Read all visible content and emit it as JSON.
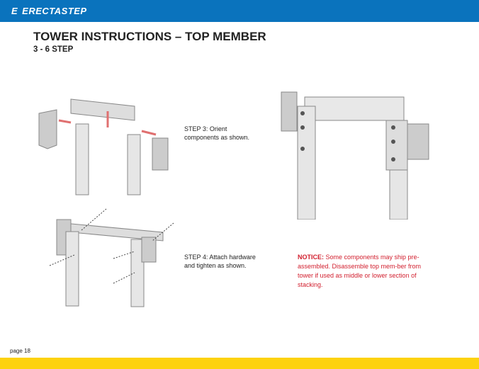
{
  "header": {
    "logo_text": "ERECTASTEP",
    "logo_mark": "E",
    "brand_color": "#0a73bd"
  },
  "title": "TOWER INSTRUCTIONS – TOP MEMBER",
  "subtitle": "3 - 6 STEP",
  "steps": [
    {
      "line1": "STEP 3: Orient",
      "line2": "components as shown."
    },
    {
      "line1": "STEP 4: Attach hardware",
      "line2": "and tighten as shown."
    }
  ],
  "notice": {
    "label": "NOTICE:",
    "text": " Some components may ship pre-assembled. Disassemble top mem-ber from tower if used as middle or lower section of stacking.",
    "color": "#d2202f"
  },
  "footer": {
    "page": "page 18",
    "color": "#fdd20e"
  }
}
